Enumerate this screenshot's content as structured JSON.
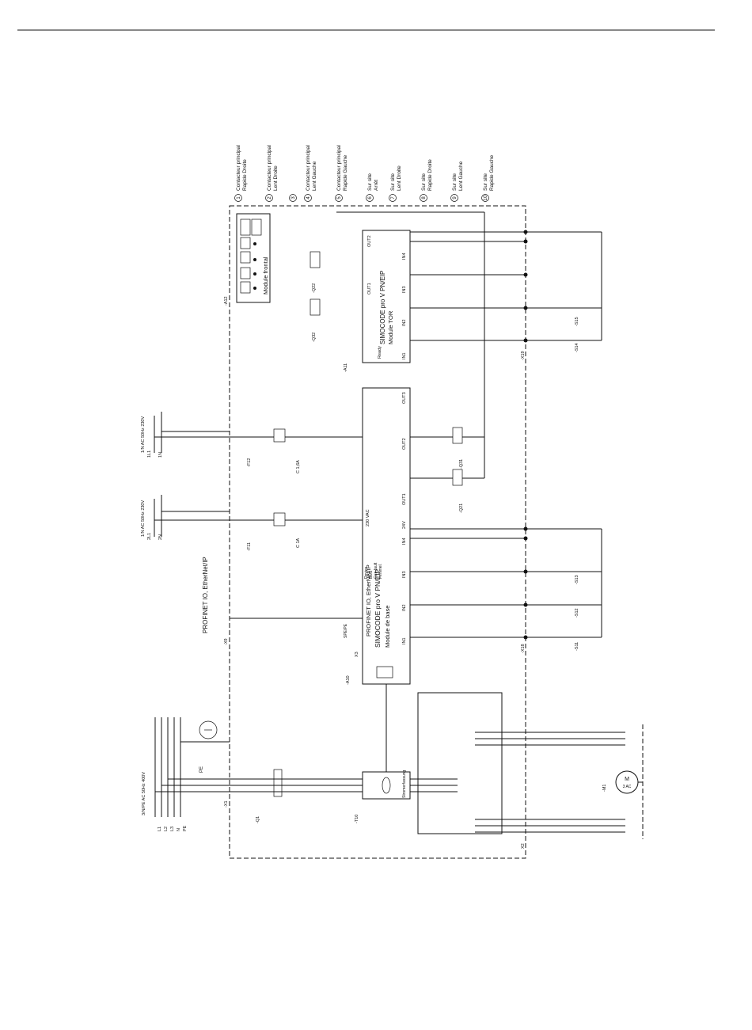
{
  "legend": [
    {
      "num": "1",
      "text1": "Contacteur principal",
      "text2": "Rapide Droite"
    },
    {
      "num": "2",
      "text1": "Contacteur principal",
      "text2": "Lent Droite"
    },
    {
      "num": "3",
      "text1": "",
      "text2": ""
    },
    {
      "num": "4",
      "text1": "Contacteur principal",
      "text2": "Lent Gauche"
    },
    {
      "num": "5",
      "text1": "Contacteur principal",
      "text2": "Rapide Gauche"
    },
    {
      "num": "6",
      "text1": "Sur site",
      "text2": "Arrêt"
    },
    {
      "num": "7",
      "text1": "Sur site",
      "text2": "Lent Droite"
    },
    {
      "num": "8",
      "text1": "Sur site",
      "text2": "Rapide Droite"
    },
    {
      "num": "9",
      "text1": "Sur site",
      "text2": "Lent Gauche"
    },
    {
      "num": "10",
      "text1": "Sur site",
      "text2": "Rapide Gauche"
    }
  ],
  "modules": {
    "frontal": {
      "title": "Module frontal",
      "tag": "-A12"
    },
    "tor": {
      "title": "SIMOCODE pro V PN/EIP",
      "subtitle": "Module TOR",
      "tag": "-A11"
    },
    "base": {
      "title1": "PROFINET IO, EtherNet/IP",
      "title2": "SIMOCODE pro V PN/EIP",
      "subtitle": "Module de base",
      "tag": "-A10"
    },
    "current": {
      "title": "Stromerfassung",
      "tag": "-T10"
    }
  },
  "supplies": {
    "main": {
      "label": "3/N/PE AC 50Hz 400V",
      "lines": [
        "L1",
        "L2",
        "L3",
        "N",
        "PE"
      ]
    },
    "ctrl1": {
      "label": "1/N AC 50Hz 230V",
      "lines": [
        "1L1",
        "1N"
      ]
    },
    "ctrl2": {
      "label": "1/N AC 50Hz 230V",
      "lines": [
        "2L1",
        "2N"
      ]
    },
    "profinet": "PROFINET IO, EtherNet/IP"
  },
  "fuses": {
    "f12": {
      "tag": "-F12",
      "rating": "C 1,6A"
    },
    "f11": {
      "tag": "-F11",
      "rating": "C 1A"
    },
    "q1": {
      "tag": "-Q1"
    }
  },
  "terminals": [
    "-X1",
    "-X9",
    "-X18",
    "-X19",
    "X2"
  ],
  "contactors": [
    "-Q21",
    "-Q22",
    "-Q31",
    "-Q32"
  ],
  "pushbuttons": [
    "-S11",
    "-S12",
    "-S13",
    "-S14",
    "-S15"
  ],
  "inputs": [
    "IN1",
    "IN2",
    "IN3",
    "IN4"
  ],
  "outputs": [
    "OUT1",
    "OUT2",
    "OUT3"
  ],
  "motor": {
    "tag": "-M1",
    "label": "M",
    "sub": "3 AC"
  },
  "labels": {
    "pe": "PE",
    "v24": "24V",
    "ac230": "230 VAC",
    "ready": "Ready",
    "leds": [
      "Device",
      "BUS",
      "Gen.fault",
      "Fehlmel."
    ],
    "sys": "SYS",
    "x3": "X3",
    "spe": "SPE/PE"
  }
}
